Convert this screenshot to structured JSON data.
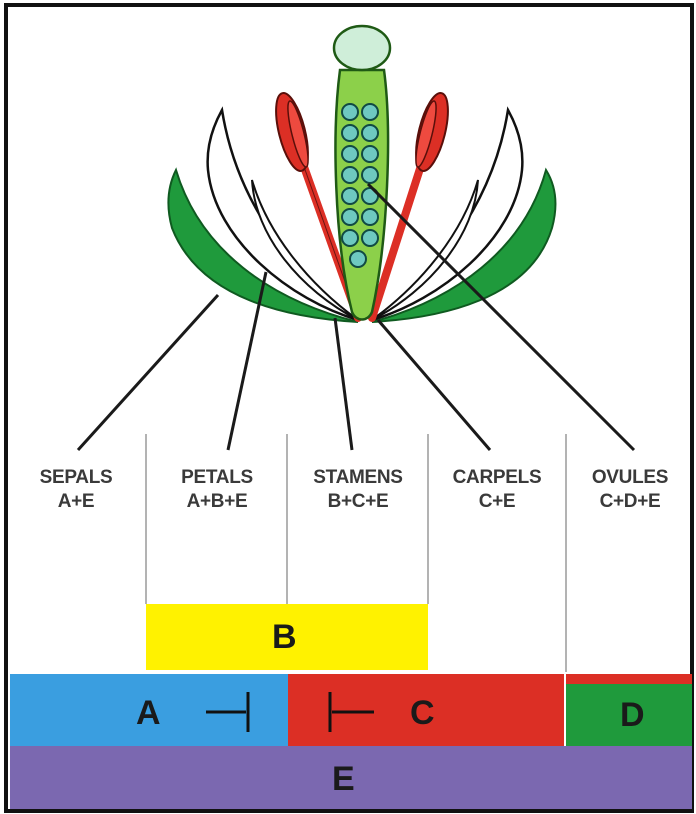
{
  "organs": [
    {
      "name": "SEPALS",
      "genes": "A+E"
    },
    {
      "name": "PETALS",
      "genes": "A+B+E"
    },
    {
      "name": "STAMENS",
      "genes": "B+C+E"
    },
    {
      "name": "CARPELS",
      "genes": "C+E"
    },
    {
      "name": "OVULES",
      "genes": "C+D+E"
    }
  ],
  "gene_bands": {
    "B": "B",
    "A": "A",
    "C": "C",
    "D": "D",
    "E": "E"
  },
  "colors": {
    "sepal_green": "#1f9a3c",
    "stamen_red": "#dc2f25",
    "carpel_green": "#8cd04a",
    "ovule_teal": "#6ec9c0",
    "stigma": "#cfeed9",
    "band_B": "#fff200",
    "band_A": "#3a9ee0",
    "band_C": "#dc2f25",
    "band_D": "#1f9a3c",
    "band_E": "#7b68b0"
  }
}
